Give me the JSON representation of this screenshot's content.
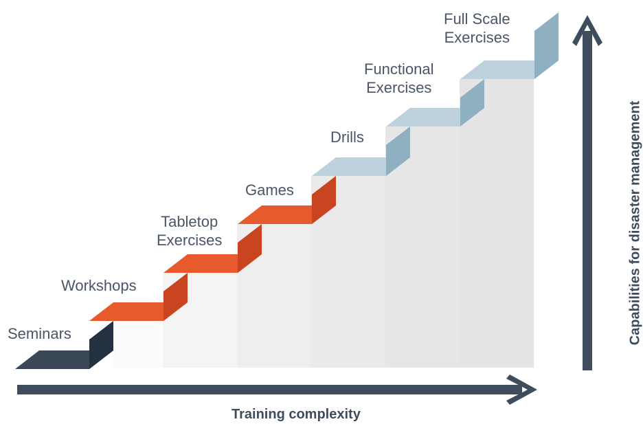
{
  "steps": [
    {
      "label": "Seminars",
      "color": "dark-navy"
    },
    {
      "label": "Workshops",
      "color": "orange"
    },
    {
      "label": "Tabletop\nExercises",
      "color": "orange"
    },
    {
      "label": "Games",
      "color": "orange"
    },
    {
      "label": "Drills",
      "color": "light-blue"
    },
    {
      "label": "Functional\nExercises",
      "color": "light-blue"
    },
    {
      "label": "Full Scale\nExercises",
      "color": "light-blue"
    }
  ],
  "axes": {
    "x_label": "Training complexity",
    "y_label": "Capabilities for disaster management"
  },
  "colors": {
    "navy": "#2d3a48",
    "orange": "#e65a2c",
    "light_blue": "#b9cfdb",
    "arrow": "#3e4c5c"
  }
}
